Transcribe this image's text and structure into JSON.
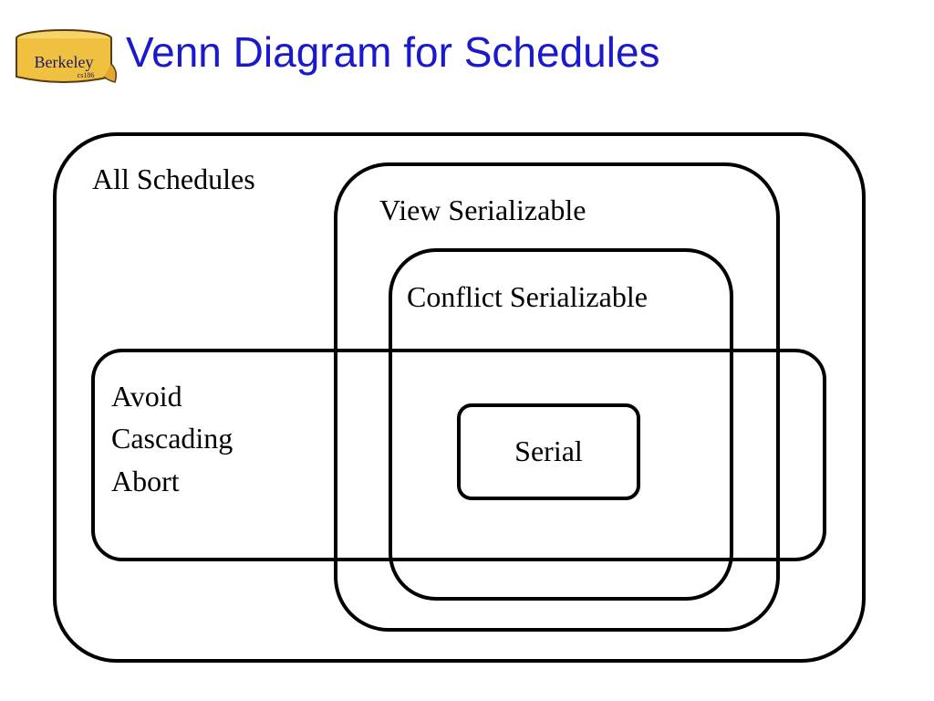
{
  "slide": {
    "title": "Venn Diagram for Schedules",
    "logo": {
      "text": "Berkeley",
      "subtext": "cs186"
    }
  },
  "diagram": {
    "regions": {
      "all_schedules": {
        "label": "All Schedules"
      },
      "view_serializable": {
        "label": "View Serializable"
      },
      "conflict_serializable": {
        "label": "Conflict Serializable"
      },
      "avoid_cascading_abort": {
        "label_lines": [
          "Avoid",
          "Cascading",
          "Abort"
        ]
      },
      "serial": {
        "label": "Serial"
      }
    }
  },
  "colors": {
    "title": "#1a1acc",
    "outline": "#000000",
    "logo_fill": "#f0c040"
  }
}
